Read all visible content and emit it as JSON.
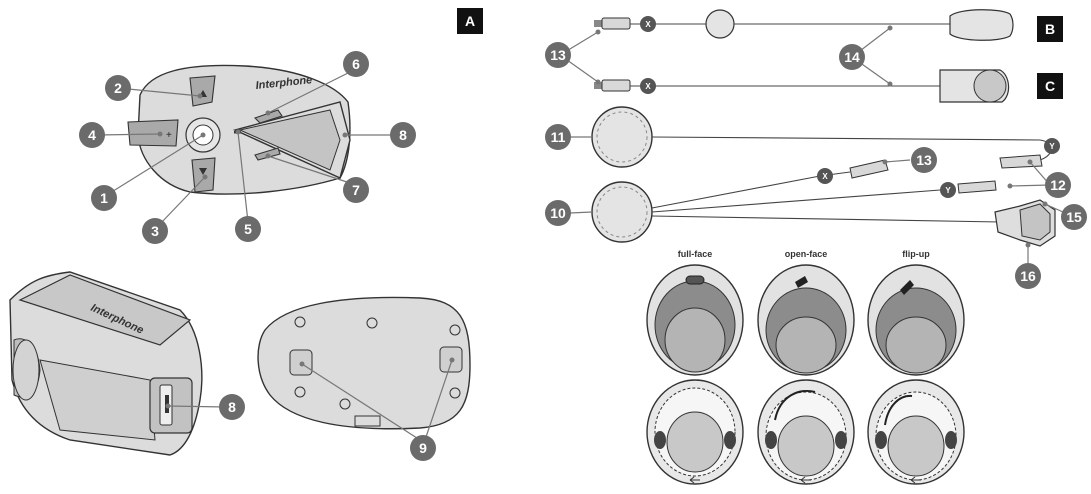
{
  "sections": {
    "a": "A",
    "b": "B",
    "c": "C"
  },
  "brand": "Interphone",
  "callouts": {
    "n1": "1",
    "n2": "2",
    "n3": "3",
    "n4": "4",
    "n5": "5",
    "n6": "6",
    "n7": "7",
    "n8": "8",
    "n8b": "8",
    "n9": "9",
    "n10": "10",
    "n11": "11",
    "n12": "12",
    "n13a": "13",
    "n13b": "13",
    "n14": "14",
    "n15": "15",
    "n16": "16"
  },
  "connector_marks": {
    "x1": "X",
    "x2": "X",
    "x3": "X",
    "y1": "Y",
    "y2": "Y"
  },
  "helmet_types": {
    "full_face": "full-face",
    "open_face": "open-face",
    "flip_up": "flip-up"
  },
  "colors": {
    "callout_bubble": "#6b6b6b",
    "section_box": "#111111",
    "device_fill": "#dcdcdc"
  }
}
